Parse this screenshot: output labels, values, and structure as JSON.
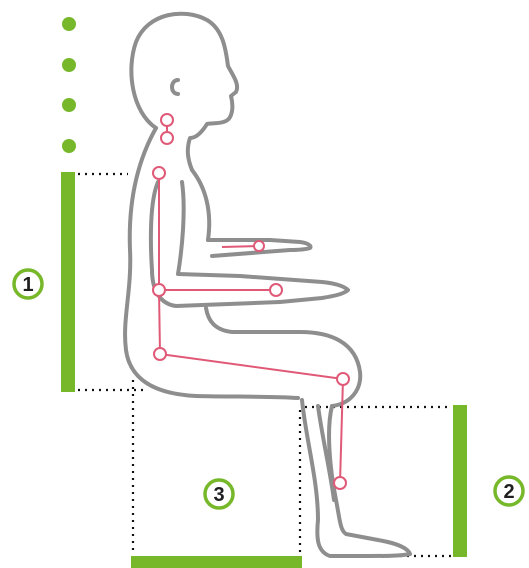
{
  "colors": {
    "accent_green": "#76b82a",
    "skeleton_pink": "#e05a78",
    "outline_gray": "#8e8e8e",
    "dots": "#111111",
    "badge_fill": "#ffffff"
  },
  "icons": [
    "seated-person-outline",
    "joint-skeleton"
  ],
  "badges": [
    {
      "label": "1"
    },
    {
      "label": "2"
    },
    {
      "label": "3"
    }
  ]
}
